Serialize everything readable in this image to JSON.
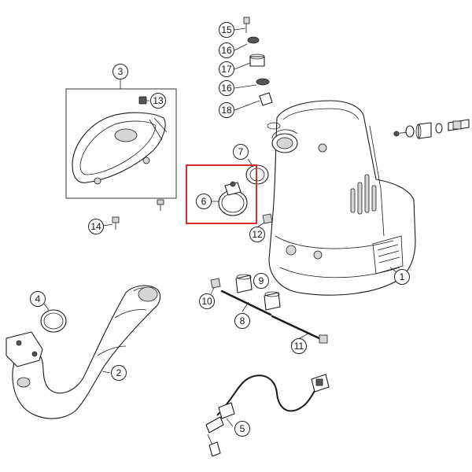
{
  "diagram": {
    "callouts": [
      {
        "id": "c15",
        "label": "15"
      },
      {
        "id": "c16a",
        "label": "16"
      },
      {
        "id": "c17",
        "label": "17"
      },
      {
        "id": "c16b",
        "label": "16"
      },
      {
        "id": "c18",
        "label": "18"
      },
      {
        "id": "c3",
        "label": "3"
      },
      {
        "id": "c13",
        "label": "13"
      },
      {
        "id": "c7",
        "label": "7"
      },
      {
        "id": "c6",
        "label": "6"
      },
      {
        "id": "c12",
        "label": "12"
      },
      {
        "id": "c14",
        "label": "14"
      },
      {
        "id": "c1",
        "label": "1"
      },
      {
        "id": "c9",
        "label": "9"
      },
      {
        "id": "c10",
        "label": "10"
      },
      {
        "id": "c8",
        "label": "8"
      },
      {
        "id": "c4",
        "label": "4"
      },
      {
        "id": "c11",
        "label": "11"
      },
      {
        "id": "c2",
        "label": "2"
      },
      {
        "id": "c5",
        "label": "5"
      }
    ],
    "highlight_color": "#d0312d"
  }
}
